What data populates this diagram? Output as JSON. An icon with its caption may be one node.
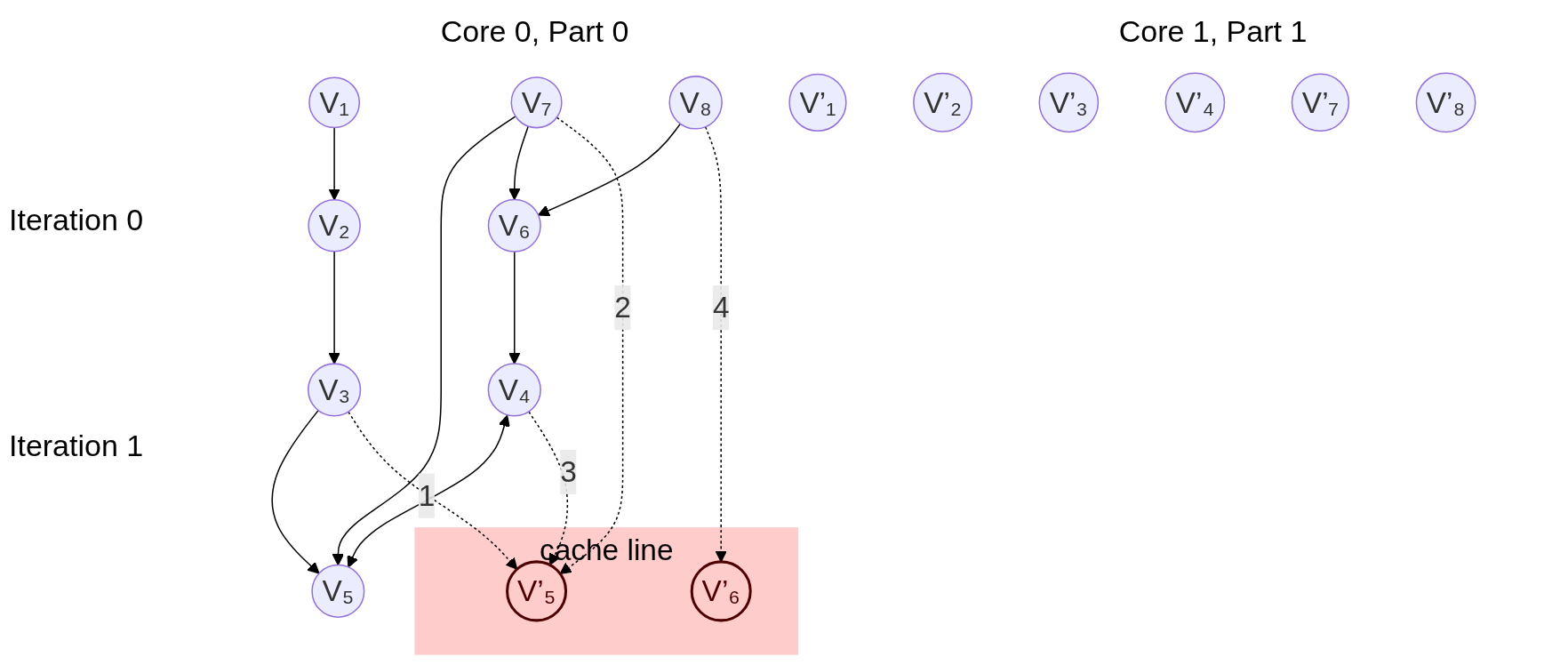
{
  "diagram": {
    "nodes": [
      {
        "text": [
          "V₁"
        ]
      },
      {
        "text": [
          "V₂"
        ]
      },
      {
        "text": [
          "V₃"
        ]
      },
      {
        "text": [
          "V₄"
        ]
      },
      {
        "text": [
          "V₅"
        ]
      },
      {
        "text": [
          "V₆"
        ]
      },
      {
        "text": [
          "V₇"
        ]
      },
      {
        "text": [
          "V₈"
        ]
      },
      {
        "text": [
          "V’₁"
        ]
      },
      {
        "text": [
          "V’₂"
        ]
      },
      {
        "text": [
          "V’₃"
        ]
      },
      {
        "text": [
          "V’₄"
        ]
      },
      {
        "text": [
          "cache line"
        ]
      },
      {
        "text": [
          "V’₅"
        ],
        "in": 12
      },
      {
        "text": [
          "V’₆"
        ],
        "in": 12
      },
      {
        "text": [
          "V’₇"
        ]
      },
      {
        "text": [
          "V’₈"
        ]
      }
    ],
    "edges": [
      {
        "from": 0,
        "to": 1,
        "arrow": "to"
      },
      {
        "from": 1,
        "to": 2,
        "arrow": "to"
      },
      {
        "from": 2,
        "to": 4,
        "arrow": "to"
      },
      {
        "from": 3,
        "to": 4,
        "arrow": "both"
      },
      {
        "from": 6,
        "to": 4,
        "arrow": "to"
      },
      {
        "from": 6,
        "to": 5,
        "arrow": "to"
      },
      {
        "from": 5,
        "to": 3,
        "arrow": "to"
      },
      {
        "from": 7,
        "to": 5,
        "arrow": "to"
      },
      {
        "from": 2,
        "to": 13,
        "arrow": "to",
        "label": "1",
        "style": "dashed"
      },
      {
        "from": 6,
        "to": 13,
        "arrow": "to",
        "label": "2",
        "style": "dashed"
      },
      {
        "from": 3,
        "to": 13,
        "arrow": "to",
        "label": "3",
        "style": "dashed"
      },
      {
        "from": 7,
        "to": 14,
        "arrow": "to",
        "label": "4",
        "style": "dashed"
      }
    ],
    "labels": [
      "Core 0, Part 0",
      "Core 1, Part 1",
      "Iteration 0",
      "Iteration 1"
    ]
  }
}
